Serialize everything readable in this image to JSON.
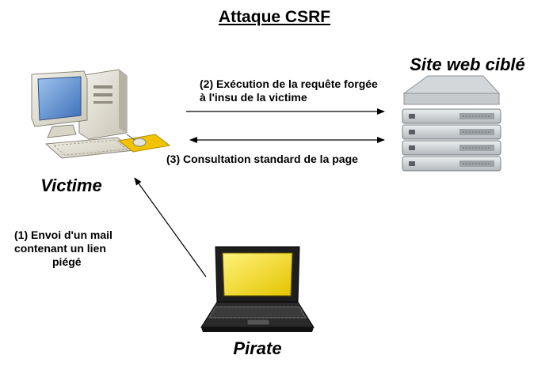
{
  "title": "Attaque CSRF",
  "nodes": {
    "victim": "Victime",
    "target_site": "Site web ciblé",
    "attacker": "Pirate"
  },
  "edges": {
    "mail": [
      "(1) Envoi d'un mail",
      "contenant un lien",
      "piégé"
    ],
    "forged_request": [
      "(2)  Exécution de la requête forgée",
      "à l'insu de la victime"
    ],
    "standard_browsing": "(3) Consultation standard de la page"
  }
}
